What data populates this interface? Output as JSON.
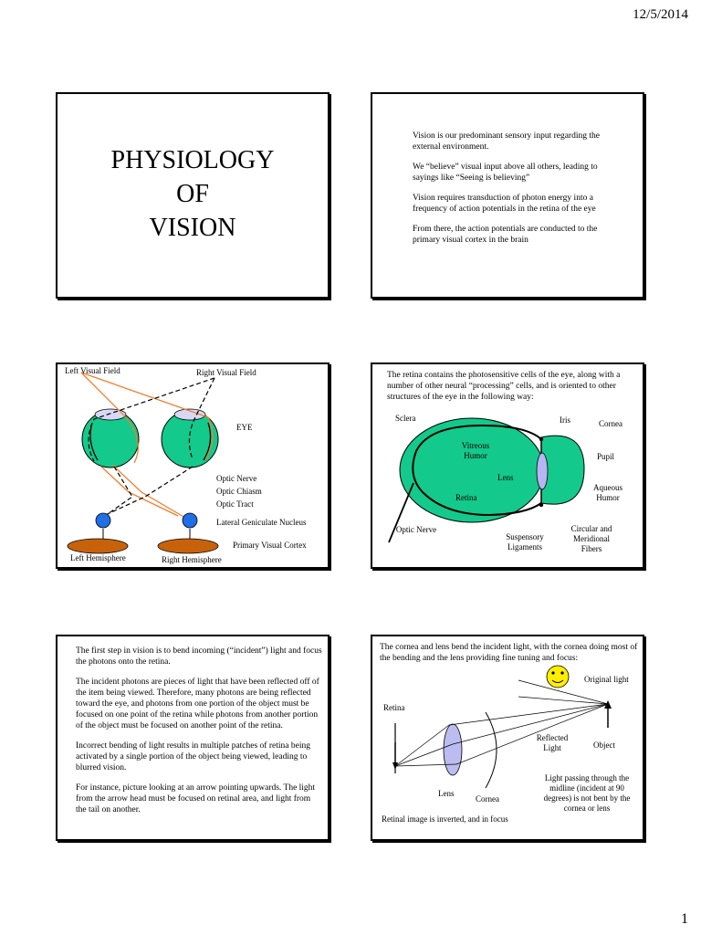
{
  "header": {
    "date": "12/5/2014"
  },
  "footer": {
    "page_number": "1"
  },
  "slide1": {
    "title_lines": [
      "PHYSIOLOGY",
      "OF",
      "VISION"
    ]
  },
  "slide2": {
    "paragraphs": [
      "Vision is our predominant sensory input regarding the external environment.",
      "We “believe” visual input above all others, leading to sayings like “Seeing is believing”",
      "Vision requires transduction of photon energy into a frequency of action potentials in the retina of the eye",
      "From there, the action potentials are conducted to the primary visual cortex in the brain"
    ]
  },
  "slide3": {
    "labels": {
      "left_visual_field": "Left Visual Field",
      "right_visual_field": "Right Visual Field",
      "eye": "EYE",
      "optic_nerve": "Optic Nerve",
      "optic_chiasm": "Optic Chiasm",
      "optic_tract": "Optic Tract",
      "lgn": "Lateral Geniculate Nucleus",
      "visual_cortex": "Primary Visual Cortex",
      "left_hemisphere": "Left Hemisphere",
      "right_hemisphere": "Right Hemisphere"
    },
    "colors": {
      "eye_fill": "#14c98c",
      "lens_fill": "#d8d8f4",
      "lgn_fill": "#1f6fe6",
      "cortex_fill": "#c8620a",
      "pathway": "#f07e2a"
    }
  },
  "slide4": {
    "intro": "The retina contains the photosensitive cells of the eye, along with a number of other neural “processing” cells, and is oriented to other structures of the eye in the following way:",
    "labels": {
      "sclera": "Sclera",
      "iris": "Iris",
      "cornea": "Cornea",
      "vitreous_humor": "Vitreous Humor",
      "pupil": "Pupil",
      "lens": "Lens",
      "aqueous_humor": "Aqueous Humor",
      "retina": "Retina",
      "optic_nerve": "Optic Nerve",
      "suspensory_ligaments": "Suspensory Ligaments",
      "circular_meridional_fibers": "Circular and Meridional Fibers"
    }
  },
  "slide5": {
    "paragraphs": [
      "The first step in vision is to bend incoming (“incident”) light and focus the photons onto the retina.",
      "The incident photons are pieces of light that have been reflected off of the item being viewed. Therefore, many photons are being reflected toward the eye, and photons from one portion of the object must be focused on one point of the retina while photons from another portion of the object must be focused on another point of the retina.",
      "Incorrect bending of light results in multiple patches of retina being activated by a single portion of the object being viewed, leading to blurred vision.",
      "For instance, picture looking at an arrow pointing upwards. The light from the arrow head must be focused on retinal area, and light from the tail on another."
    ]
  },
  "slide6": {
    "intro": "The cornea and lens bend the incident light, with the cornea doing most of the bending and the lens providing fine tuning and focus:",
    "labels": {
      "original_light": "Original light",
      "retina": "Retina",
      "reflected_light": "Reflected Light",
      "object": "Object",
      "lens": "Lens",
      "cornea": "Cornea",
      "midline_note": "Light passing through the midline (incident at 90 degrees) is not bent by the cornea or lens",
      "retinal_image": "Retinal image is inverted, and in focus"
    }
  }
}
